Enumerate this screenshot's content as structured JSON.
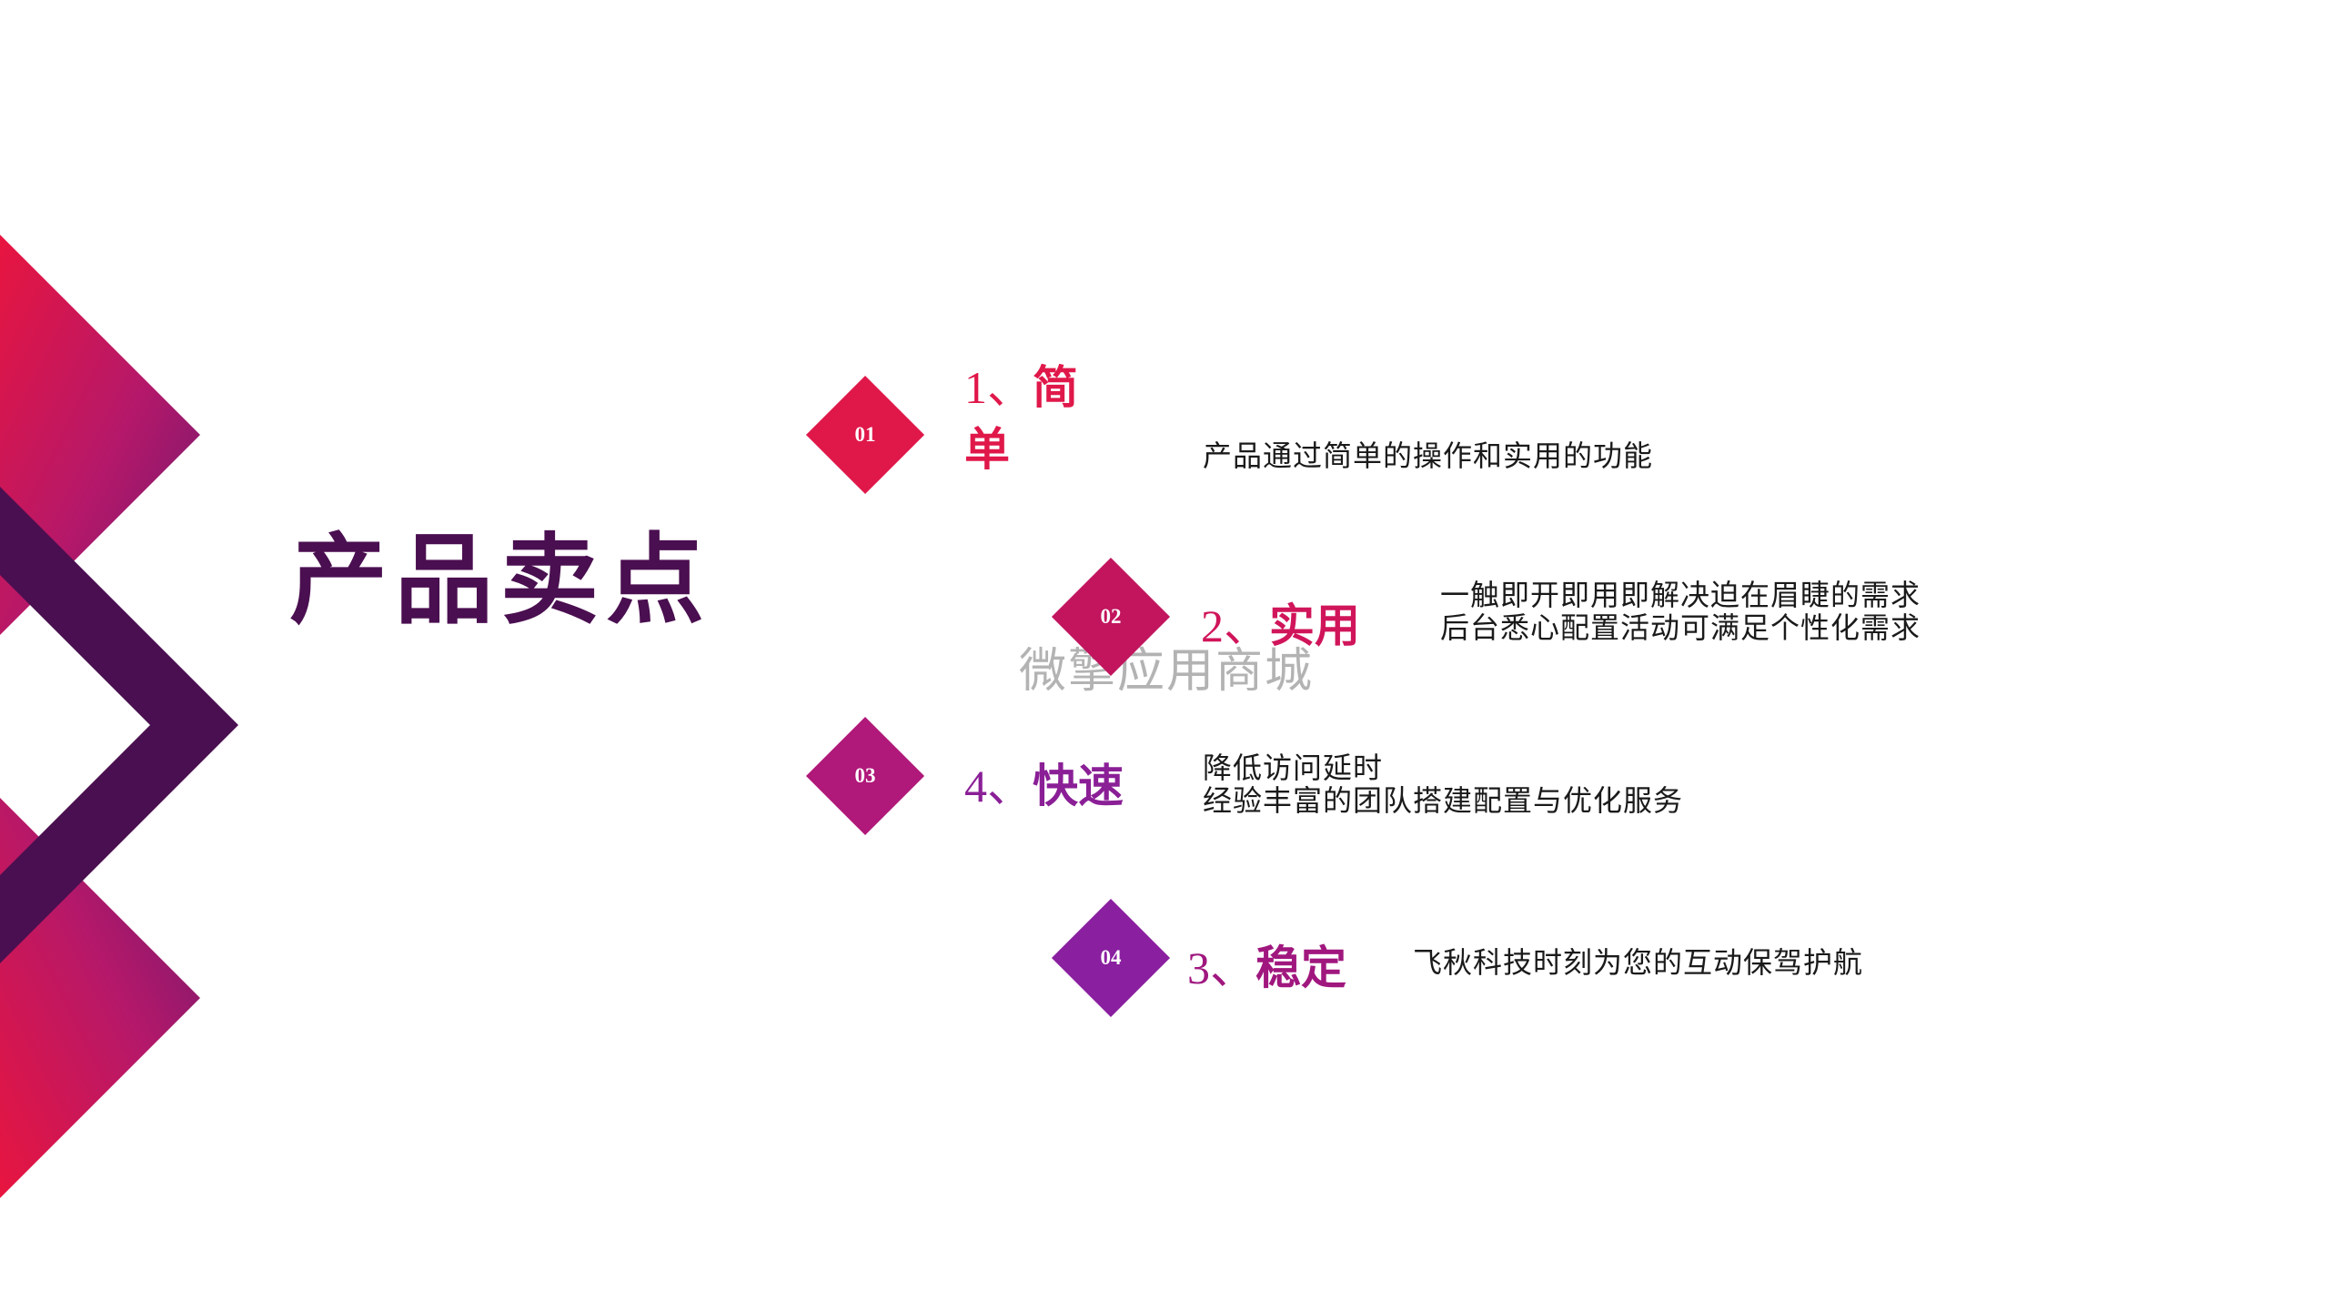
{
  "page": {
    "title": "产品卖点",
    "watermark": "微擎应用商城"
  },
  "colors": {
    "title": "#4a0f50",
    "crimson": "#e0184a",
    "magenta": "#b0187a",
    "purple": "#8a1fa0",
    "dark_frame": "#4a0f50",
    "text": "#1a1a1a"
  },
  "items": [
    {
      "badge": "01",
      "number": "1、",
      "title_line1": "简",
      "title_line2": "单",
      "desc_lines": [
        "产品通过简单的操作和实用的功能"
      ]
    },
    {
      "badge": "02",
      "number": "2、",
      "title": "实用",
      "desc_lines": [
        "一触即开即用即解决迫在眉睫的需求",
        "后台悉心配置活动可满足个性化需求"
      ]
    },
    {
      "badge": "03",
      "number": "4、",
      "title": "快速",
      "desc_lines": [
        "降低访问延时",
        "经验丰富的团队搭建配置与优化服务"
      ]
    },
    {
      "badge": "04",
      "number": "3、",
      "title": "稳定",
      "desc_lines": [
        "飞秋科技时刻为您的互动保驾护航"
      ]
    }
  ]
}
